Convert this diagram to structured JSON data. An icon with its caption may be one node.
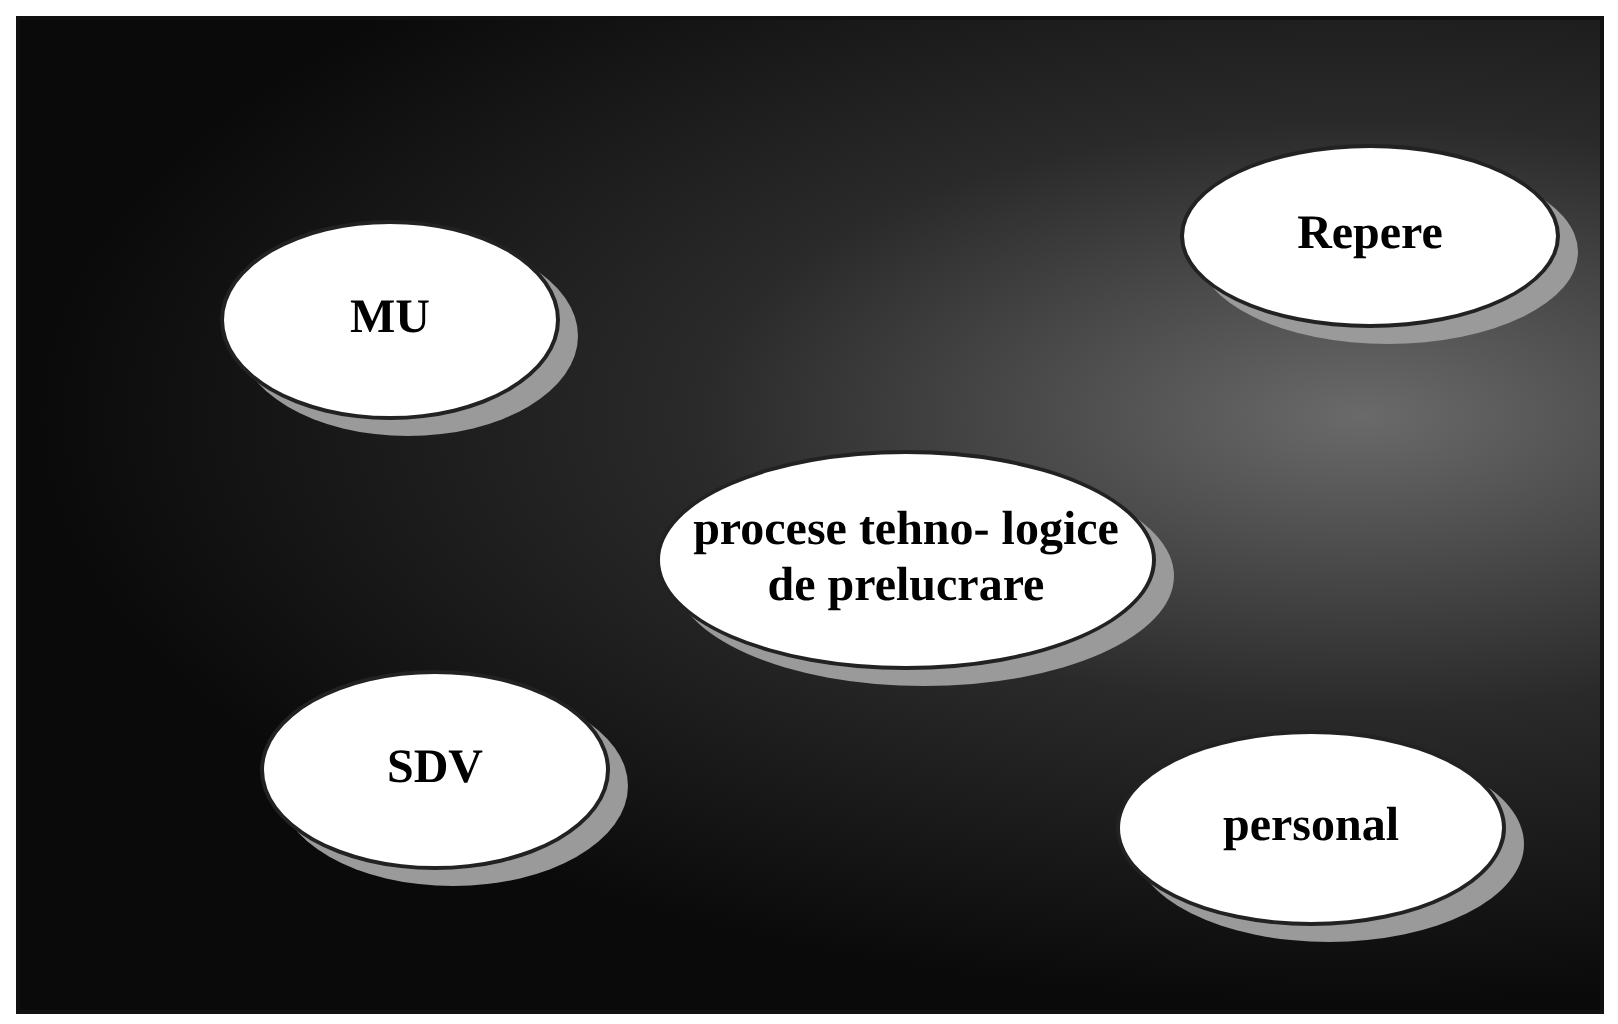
{
  "diagram": {
    "nodes": [
      {
        "text": [
          "MU"
        ]
      },
      {
        "text": [
          "Repere"
        ]
      },
      {
        "text": [
          "procese tehno- logice de prelucrare"
        ]
      },
      {
        "text": [
          "SDV"
        ]
      },
      {
        "text": [
          "personal"
        ]
      }
    ]
  }
}
